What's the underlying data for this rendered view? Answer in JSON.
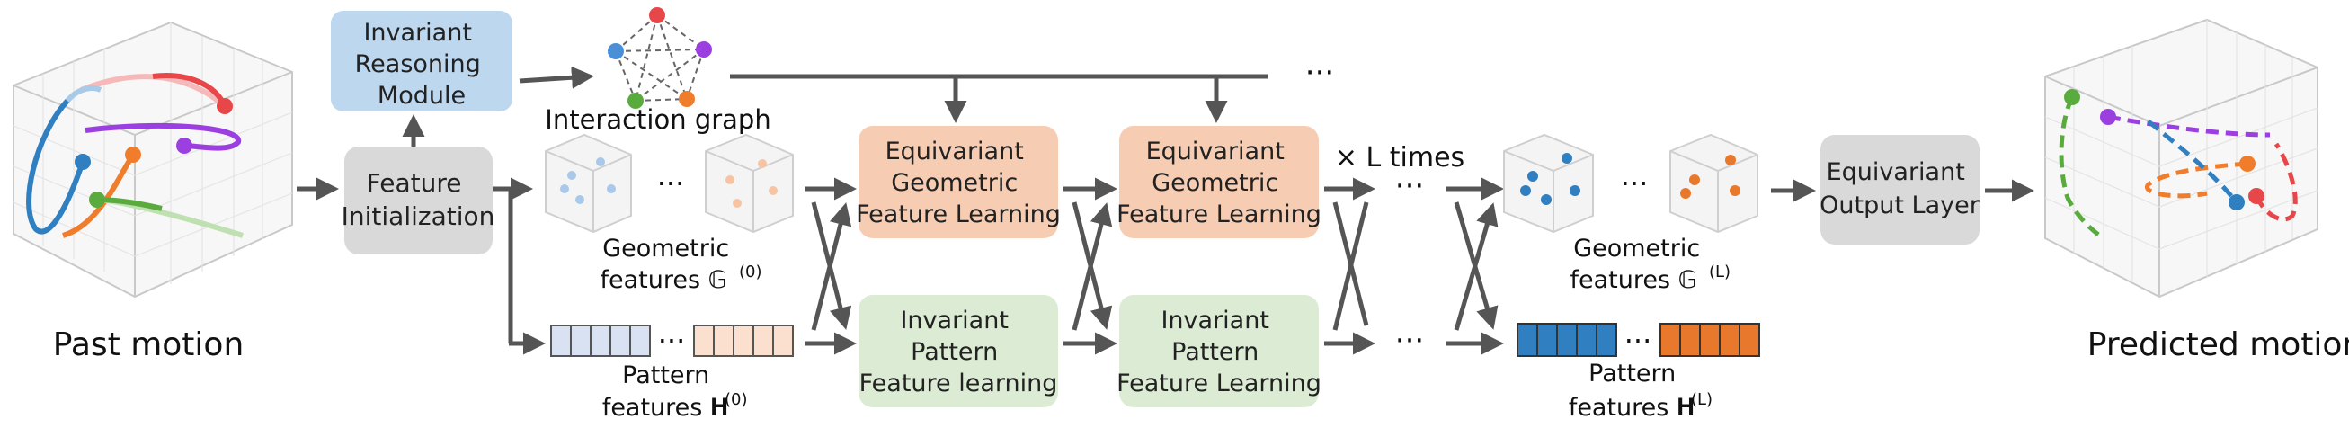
{
  "diagram": {
    "past_motion_label": "Past motion",
    "predicted_motion_label": "Predicted motion",
    "reasoning_module": [
      "Invariant",
      "Reasoning",
      "Module"
    ],
    "interaction_graph_label": "Interaction graph",
    "feature_init": [
      "Feature",
      "Initialization"
    ],
    "equivariant_block_1": [
      "Equivariant",
      "Geometric",
      "Feature Learning"
    ],
    "equivariant_block_2": [
      "Equivariant",
      "Geometric",
      "Feature Learning"
    ],
    "invariant_block_1": [
      "Invariant",
      "Pattern",
      "Feature learning"
    ],
    "invariant_block_2": [
      "Invariant",
      "Pattern",
      "Feature Learning"
    ],
    "output_layer": [
      "Equivariant",
      "Output Layer"
    ],
    "repeat_label": "× L times",
    "geo_features_0": [
      "Geometric",
      "features 𝔾",
      "(0)"
    ],
    "geo_features_L": [
      "Geometric",
      "features 𝔾",
      "(L)"
    ],
    "pattern_features_0": [
      "Pattern",
      "features 𝐇",
      "(0)"
    ],
    "pattern_features_L": [
      "Pattern",
      "features 𝐇",
      "(L)"
    ],
    "ellipsis": "···",
    "colors": {
      "reasoning_blue": "#bcd7ee",
      "gray_box": "#d9d9d9",
      "orange_box": "#f6cdb3",
      "green_box": "#dcebd3",
      "arrow": "#555555",
      "traj_red": "#e8474a",
      "traj_purple": "#9b3fe0",
      "traj_orange": "#ef7d2c",
      "traj_green": "#5aab3e",
      "traj_blue": "#2f7fc1",
      "feat_blue_light": "#d8e2f3",
      "feat_orange_light": "#fbe0cf",
      "feat_blue_dark": "#2f7fc1",
      "feat_orange_dark": "#e8792c"
    }
  }
}
